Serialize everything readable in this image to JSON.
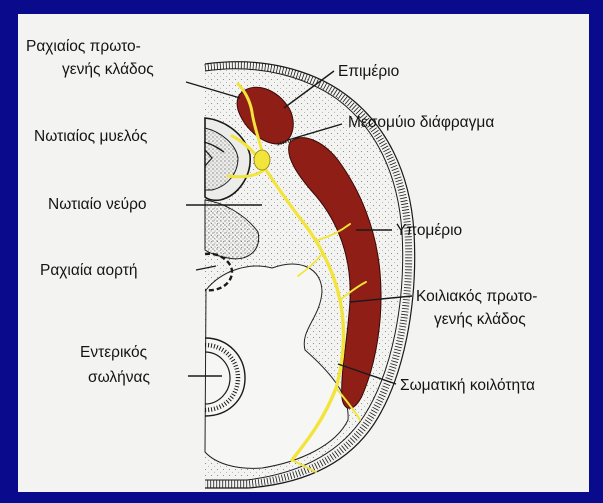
{
  "labels": {
    "rachiaios_1": "Ραχιαίος πρωτο-",
    "rachiaios_2": "γενής κλάδος",
    "nwtiaios_myelos": "Νωτιαίος μυελός",
    "nwtiaio_neyro": "Νωτιαίο νεύρο",
    "rachiaia_aorti": "Ραχιαία αορτή",
    "enterikos_1": "Εντερικός",
    "enterikos_2": "σωλήνας",
    "epimerio": "Επιμέριο",
    "mesomyio": "Μεσομύιο διάφραγμα",
    "ypomerio": "Υπομέριο",
    "koiliakos_1": "Κοιλιακός πρωτο-",
    "koiliakos_2": "γενής κλάδος",
    "somatiki": "Σωματική κοιλότητα"
  },
  "colors": {
    "background": "#0a0a8c",
    "panel": "#f3f4f2",
    "muscle": "#8e1e16",
    "nerve": "#f2e43a",
    "outline": "#1a1a1a"
  }
}
